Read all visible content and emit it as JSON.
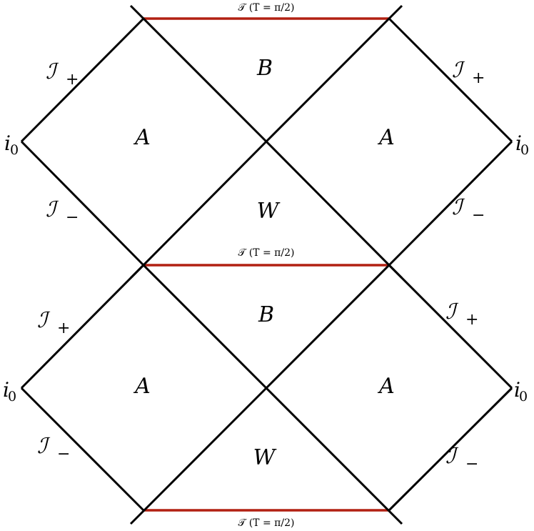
{
  "colors": {
    "line": "#000000",
    "time_slice": "#b22012"
  },
  "regions": {
    "top_b": "B",
    "top_left_a": "A",
    "top_right_a": "A",
    "top_w": "W",
    "bottom_b": "B",
    "bottom_left_a": "A",
    "bottom_right_a": "A",
    "bottom_w": "W"
  },
  "scri": {
    "symbol": "ℐ",
    "plus": "+",
    "minus": "−"
  },
  "spatial_infinity": {
    "symbol": "i",
    "sub": "0"
  },
  "time_slice_label": "𝒯 (T = π/2)"
}
